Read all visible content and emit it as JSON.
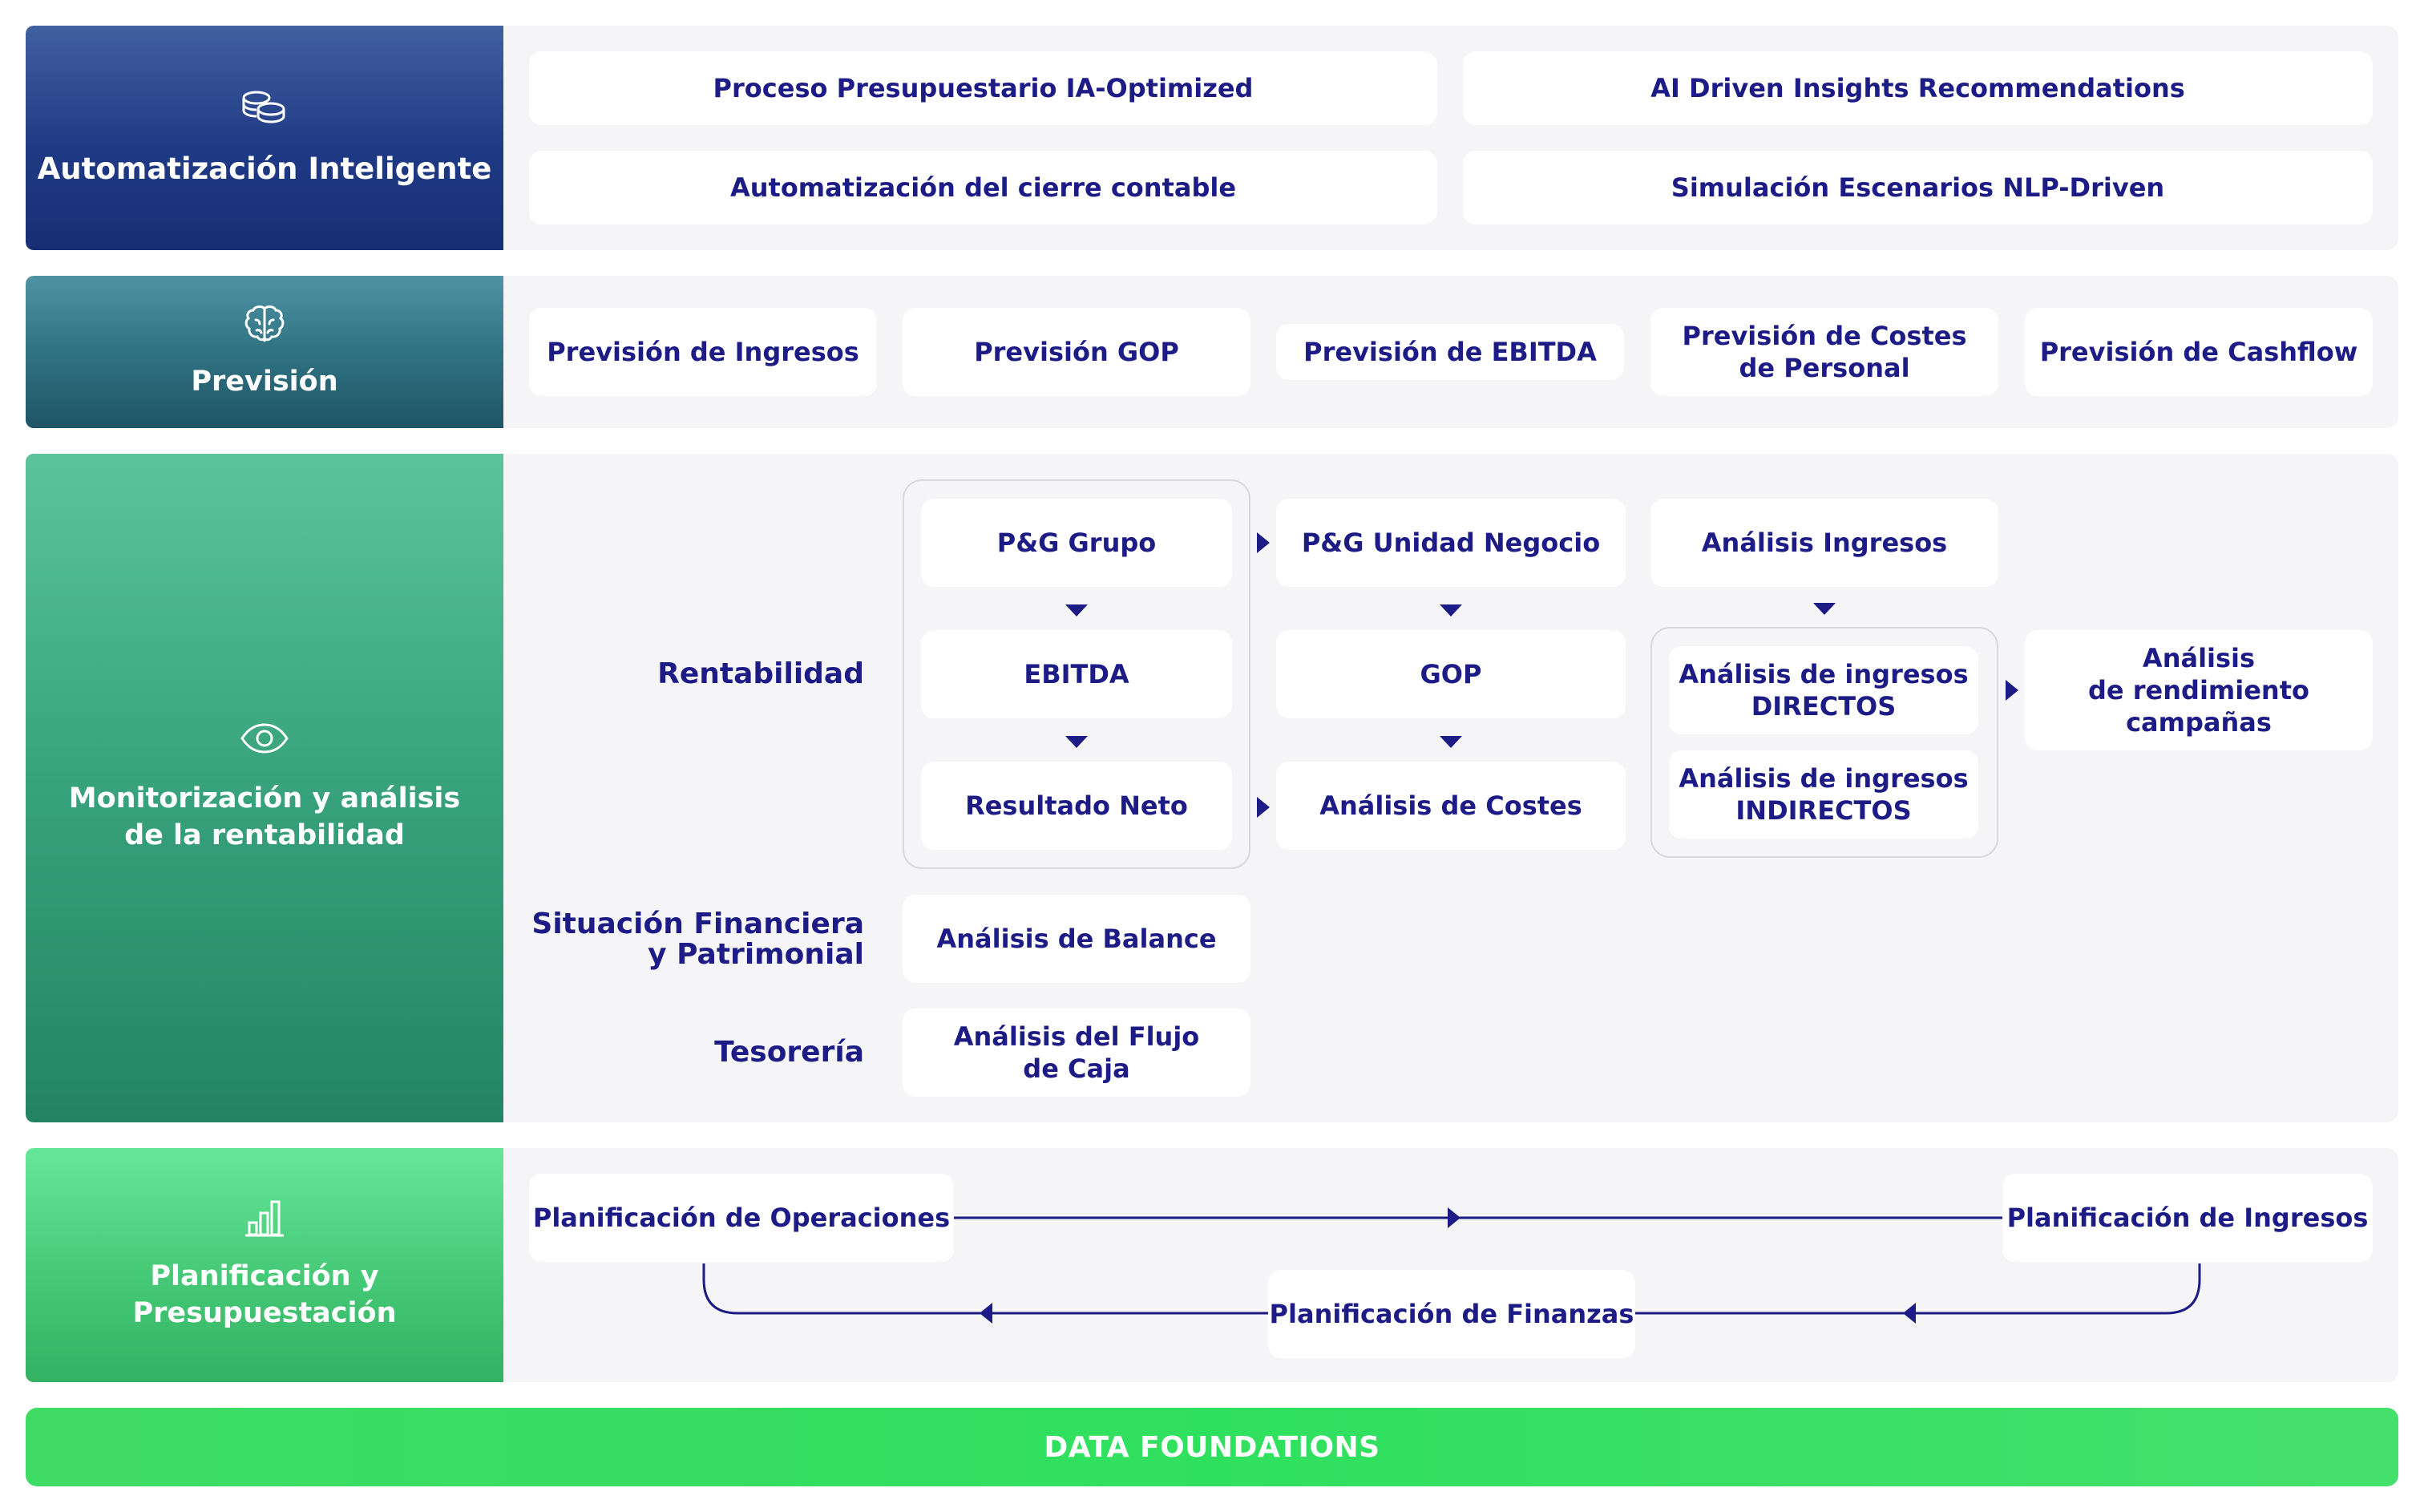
{
  "colors": {
    "text": "#1d1c86",
    "panel": "#f5f5f7",
    "automatizacion": "#1f3980",
    "prevision": "#2a6f7e",
    "monitorizacion": "#2f9c73",
    "planificacion": "#3cc06b",
    "foundation": "#3fdc65"
  },
  "automatizacion": {
    "icon": "coins-icon",
    "title": "Automatización Inteligente",
    "cards": [
      "Proceso Presupuestario IA-Optimized",
      "AI Driven Insights Recommendations",
      "Automatización del cierre contable",
      "Simulación Escenarios NLP-Driven"
    ]
  },
  "prevision": {
    "icon": "brain-icon",
    "title": "Previsión",
    "cards": [
      "Previsión de Ingresos",
      "Previsión GOP",
      "Previsión de EBITDA",
      [
        "Previsión de Costes",
        "de Personal"
      ],
      "Previsión de Cashflow"
    ]
  },
  "monitorizacion": {
    "icon": "eye-icon",
    "title": [
      "Monitorización y análisis",
      "de la rentabilidad"
    ],
    "rows": {
      "rentabilidad": "Rentabilidad",
      "situacion": [
        "Situación Financiera",
        "y Patrimonial"
      ],
      "tesoreria": "Tesorería"
    },
    "cards": {
      "pyg_grupo": "P&G Grupo",
      "ebitda": "EBITDA",
      "resultado_neto": "Resultado Neto",
      "pyg_unidad": "P&G Unidad Negocio",
      "gop": "GOP",
      "analisis_costes": "Análisis de Costes",
      "analisis_ingresos": "Análisis Ingresos",
      "ingresos_directos": [
        "Análisis de ingresos",
        "DIRECTOS"
      ],
      "ingresos_indirectos": [
        "Análisis de ingresos",
        "INDIRECTOS"
      ],
      "rendimiento": [
        "Análisis",
        "de rendimiento",
        "campañas"
      ],
      "balance": "Análisis de Balance",
      "flujo_caja": [
        "Análisis del Flujo",
        "de Caja"
      ]
    }
  },
  "planificacion": {
    "icon": "bar-chart-icon",
    "title": [
      "Planificación y",
      "Presupuestación"
    ],
    "cards": {
      "operaciones": "Planificación de Operaciones",
      "ingresos": "Planificación de Ingresos",
      "finanzas": "Planificación de Finanzas"
    }
  },
  "foundation": {
    "label": "DATA FOUNDATIONS"
  }
}
